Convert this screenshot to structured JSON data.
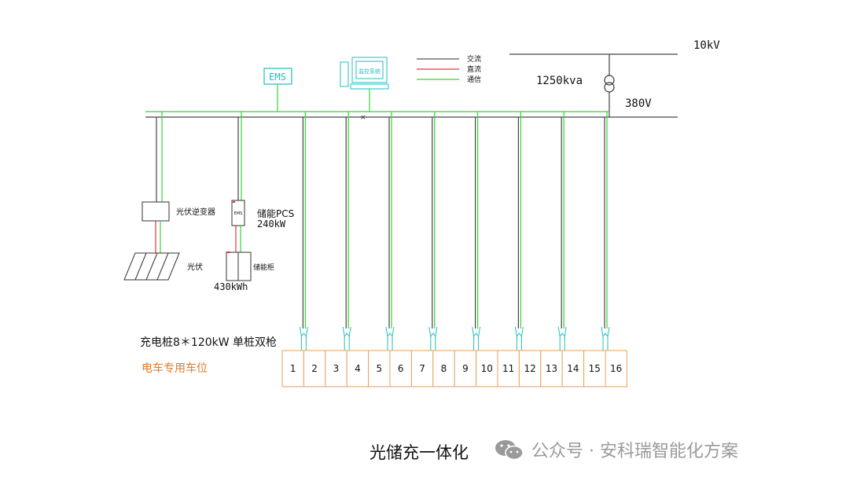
{
  "grid": {
    "hv_voltage": "10kV",
    "transformer_rating": "1250kva",
    "lv_voltage": "380V"
  },
  "control": {
    "ems_label": "EMS",
    "monitor_label": "监控系统"
  },
  "legend": [
    {
      "label": "交流",
      "color": "#555555"
    },
    {
      "label": "直流",
      "color": "#e8343a"
    },
    {
      "label": "通信",
      "color": "#35d435"
    }
  ],
  "pv": {
    "inverter_label": "光伏逆变器",
    "panel_label": "光伏"
  },
  "storage": {
    "pcs_inner": "EMS",
    "pcs_label": "储能PCS",
    "pcs_power": "240kW",
    "battery_label": "储能柜",
    "battery_capacity": "430kWh"
  },
  "charging": {
    "pile_label": "充电桩8＊120kW 单桩双枪",
    "parking_label": "电车专用车位",
    "spaces": [
      "1",
      "2",
      "3",
      "4",
      "5",
      "6",
      "7",
      "8",
      "9",
      "10",
      "11",
      "12",
      "13",
      "14",
      "15",
      "16"
    ]
  },
  "footer": {
    "caption": "光储充一体化",
    "watermark": "公众号 · 安科瑞智能化方案"
  }
}
